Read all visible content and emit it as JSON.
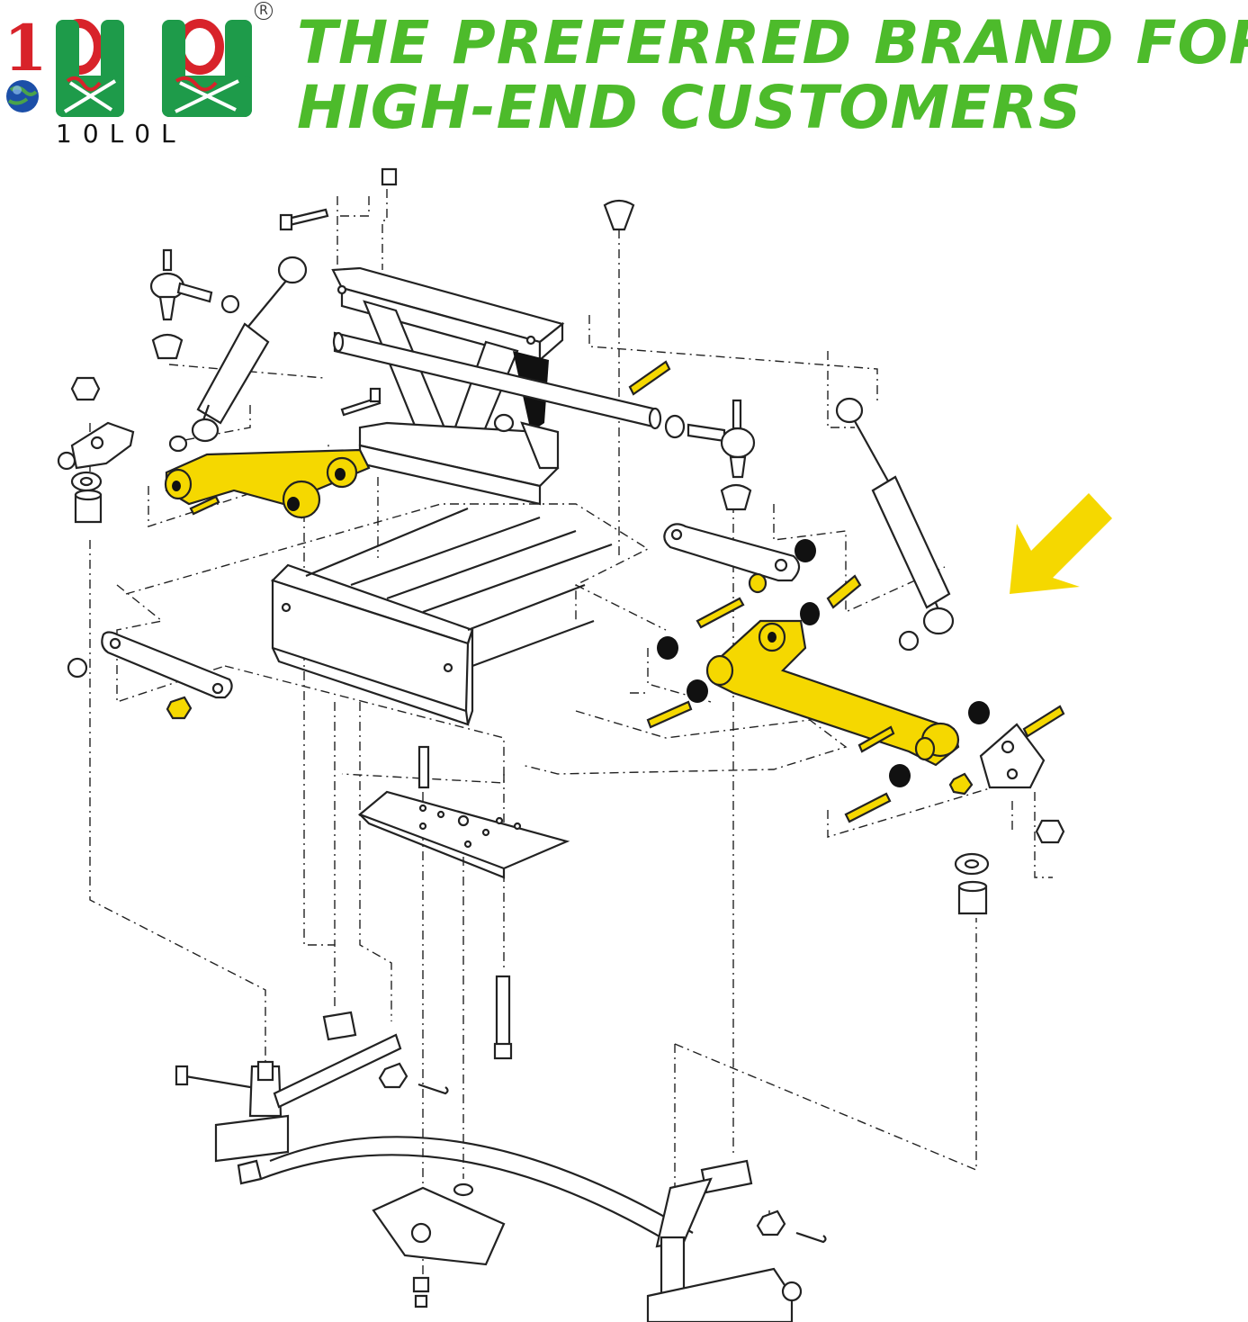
{
  "brand": {
    "logo_text": "10L0L",
    "registered_mark": "R"
  },
  "headline": {
    "line1": "THE PREFERRED BRAND FOR",
    "line2": "HIGH-END CUSTOMERS"
  },
  "colors": {
    "headline_green": "#4dbb2b",
    "highlight_yellow": "#f5d800",
    "logo_red": "#d8232a",
    "logo_green": "#1e9b4a",
    "line_dark": "#222222"
  },
  "icons": {
    "logo_globe": "globe-icon",
    "callout_arrow": "arrow-icon"
  }
}
